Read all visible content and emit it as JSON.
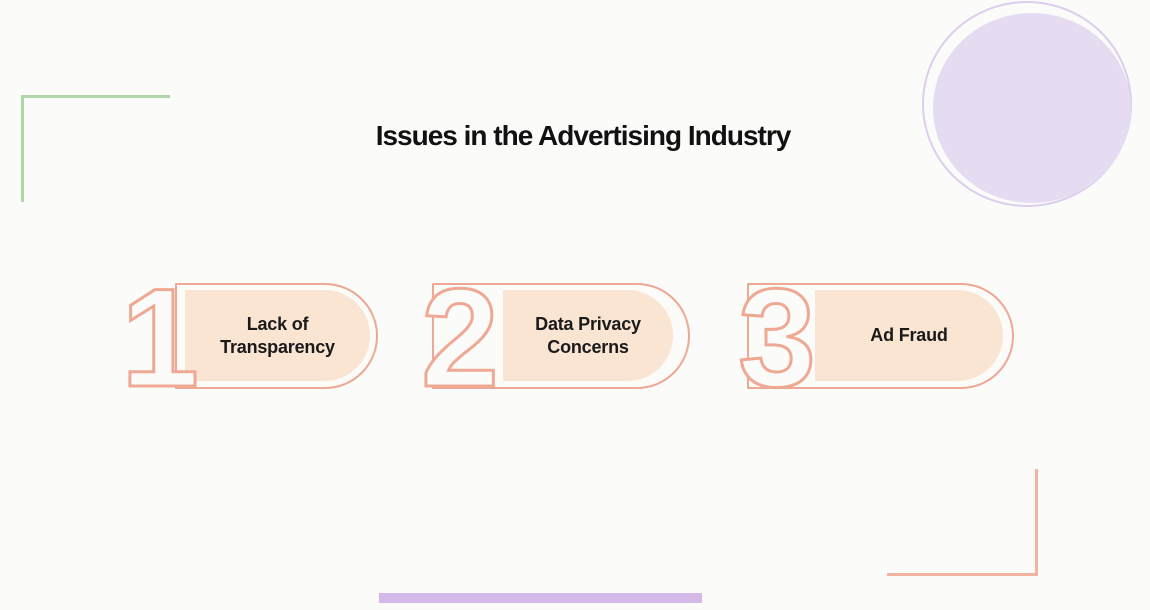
{
  "title": "Issues in the Advertising Industry",
  "items": [
    {
      "number": "1",
      "lines": [
        "Lack of",
        "Transparency"
      ]
    },
    {
      "number": "2",
      "lines": [
        "Data Privacy",
        "Concerns"
      ]
    },
    {
      "number": "3",
      "lines": [
        "Ad Fraud"
      ]
    }
  ],
  "colors": {
    "background": "#fbfbf9",
    "title_text": "#111111",
    "label_text": "#1a1a1a",
    "capsule_outline_salmon": "#efa893",
    "capsule_fill_peach": "#fae4d2",
    "corner_line_green": "#aed6a8",
    "circle_fill_lavender": "#e5dcf2",
    "circle_ring_lavender": "#ddcdee",
    "corner_line_salmon": "#f3b3a2",
    "bottom_bar_purple": "#d4b9e8"
  }
}
